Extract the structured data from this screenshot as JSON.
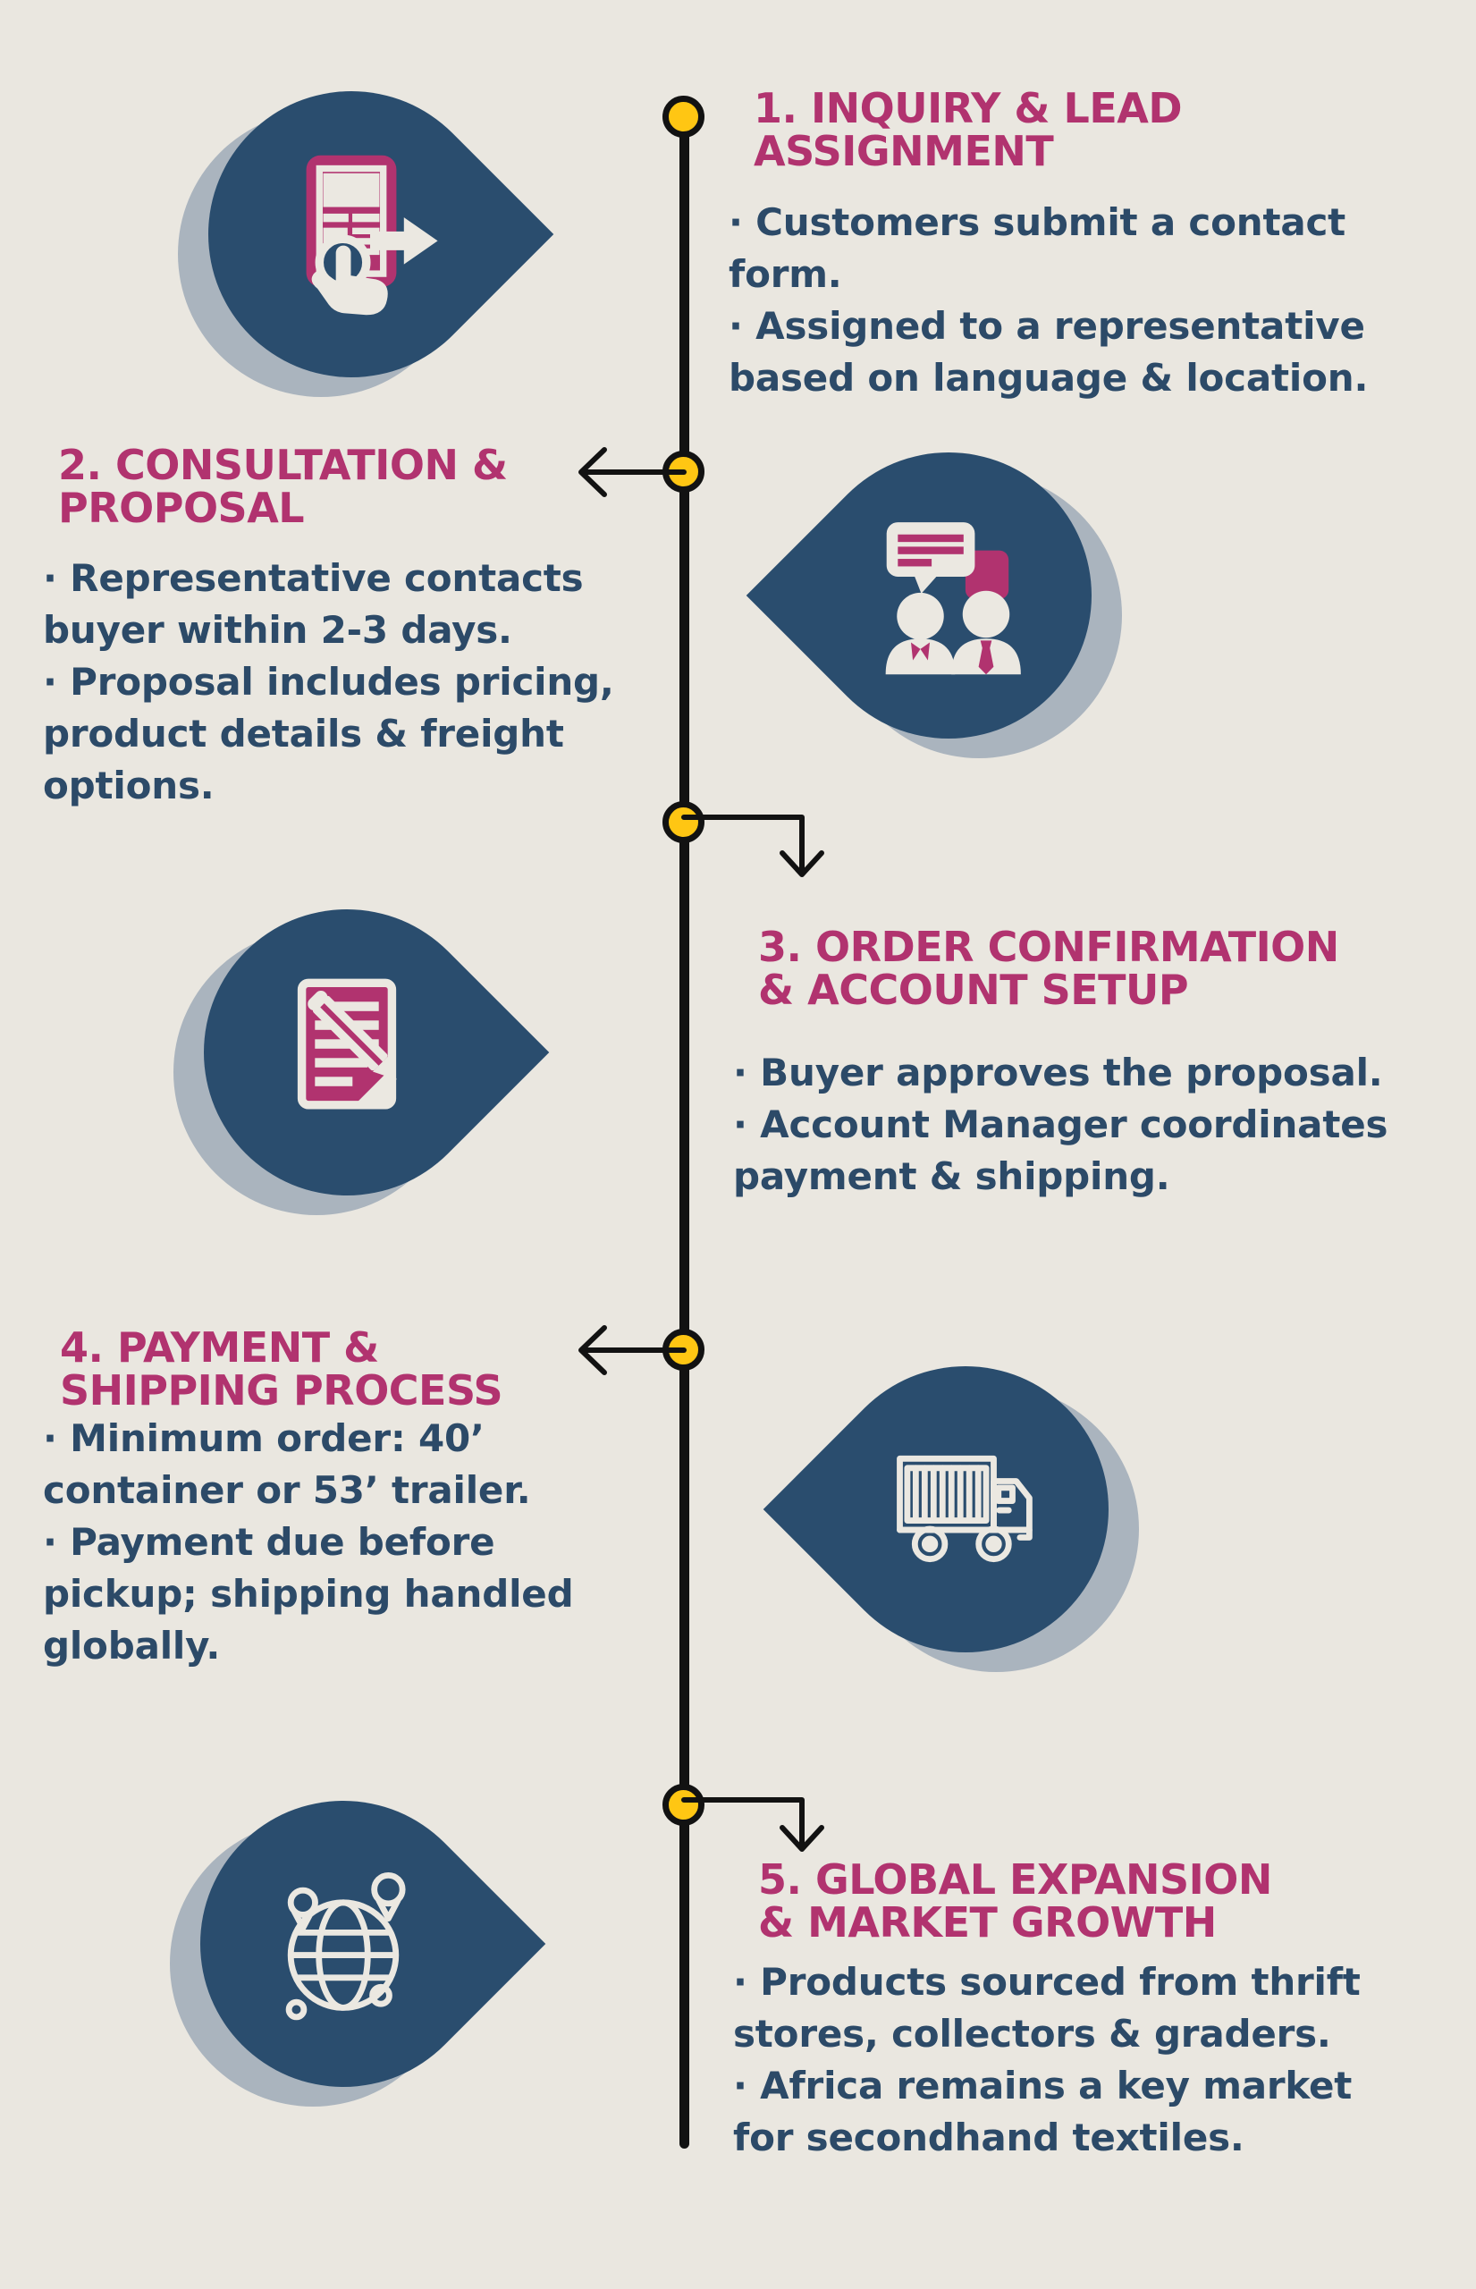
{
  "colors": {
    "background": "#EAE7E0",
    "title_magenta": "#B1336F",
    "body_navy": "#2C4A68",
    "icon_blue": "#2A4D6E",
    "icon_shadow_gray": "#AAB4BE",
    "dot_yellow": "#FFC613",
    "line_black": "#121212",
    "icon_glyph_white": "#EBE8E1"
  },
  "steps": [
    {
      "number": "1",
      "title": "1. INQUIRY & LEAD\nASSIGNMENT",
      "body": "· Customers submit a contact\nform.\n· Assigned to a representative\nbased on language & location.",
      "icon": "tap-form-icon",
      "text_side": "right"
    },
    {
      "number": "2",
      "title": "2. CONSULTATION &\nPROPOSAL",
      "body": "· Representative contacts\nbuyer within 2-3 days.\n· Proposal includes pricing,\nproduct details & freight\noptions.",
      "icon": "consultation-icon",
      "text_side": "left"
    },
    {
      "number": "3",
      "title": "3. ORDER CONFIRMATION\n& ACCOUNT SETUP",
      "body": "· Buyer approves the proposal.\n· Account Manager coordinates\npayment & shipping.",
      "icon": "document-pencil-icon",
      "text_side": "right"
    },
    {
      "number": "4",
      "title": "4. PAYMENT &\nSHIPPING PROCESS",
      "body": "· Minimum order: 40’\ncontainer or 53’ trailer.\n· Payment due before\npickup; shipping handled\nglobally.",
      "icon": "truck-icon",
      "text_side": "left"
    },
    {
      "number": "5",
      "title": "5. GLOBAL EXPANSION\n& MARKET GROWTH",
      "body": "· Products sourced from thrift\nstores, collectors & graders.\n· Africa remains a key market\nfor secondhand textiles.",
      "icon": "globe-pins-icon",
      "text_side": "right"
    }
  ]
}
